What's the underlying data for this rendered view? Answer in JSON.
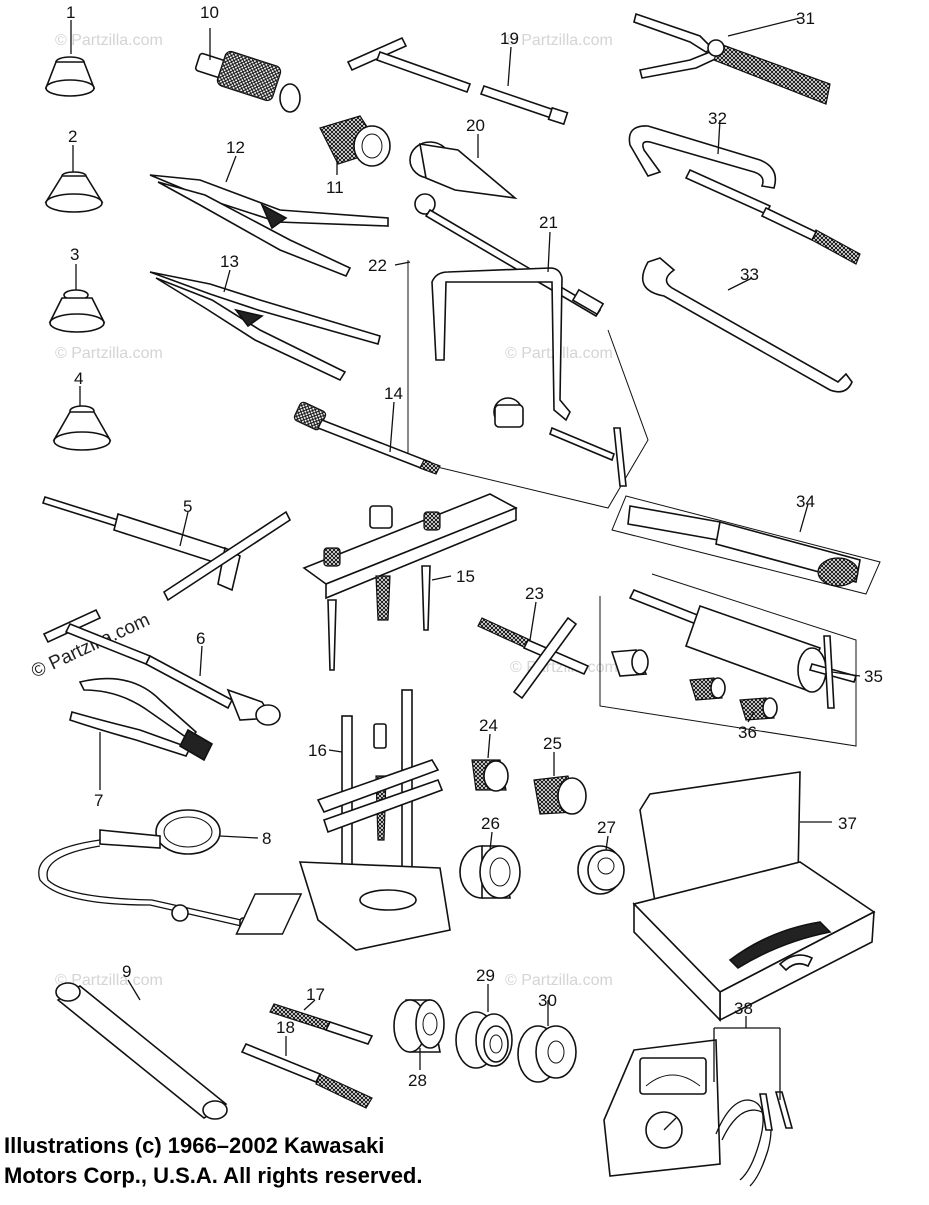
{
  "watermark_text": "© Partzilla.com",
  "caption": {
    "line1": "Illustrations (c) 1966–2002 Kawasaki",
    "line2": "Motors Corp., U.S.A.  All rights reserved."
  },
  "part_numbers": [
    "1",
    "2",
    "3",
    "4",
    "5",
    "6",
    "7",
    "8",
    "9",
    "10",
    "11",
    "12",
    "13",
    "14",
    "15",
    "16",
    "17",
    "18",
    "19",
    "20",
    "21",
    "22",
    "23",
    "24",
    "25",
    "26",
    "27",
    "28",
    "29",
    "30",
    "31",
    "32",
    "33",
    "34",
    "35",
    "36",
    "37",
    "38"
  ],
  "colors": {
    "line_art": "#111111",
    "watermark": "#d4d4d4"
  }
}
